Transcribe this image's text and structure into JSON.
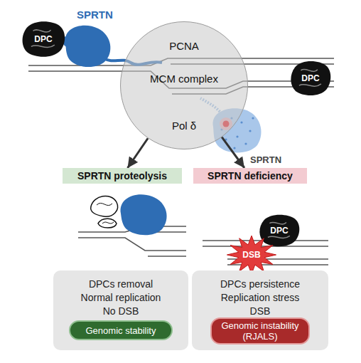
{
  "diagram": {
    "nodes": [
      {
        "text": [
          "DPC"
        ]
      },
      {
        "text": [
          "PCNA",
          "MCM complex",
          "Pol δ"
        ]
      },
      {
        "text": [
          "DPC"
        ]
      },
      {
        "text": [
          "SPRTN proteolysis"
        ]
      },
      {
        "text": [
          "SPRTN deficiency"
        ]
      },
      {
        "text": [
          "DPC"
        ]
      },
      {
        "text": [
          "DSB"
        ]
      },
      {
        "text": [
          "DPCs removal",
          "Normal replication",
          "No DSB"
        ]
      },
      {
        "text": [
          "Genomic stability"
        ],
        "in": 7
      },
      {
        "text": [
          "DPCs persistence",
          "Replication stress",
          "DSB"
        ]
      },
      {
        "text": [
          "Genomic instability (RJALS)"
        ],
        "in": 9
      }
    ],
    "edges": [
      {
        "from": 1,
        "to": 3,
        "arrow": "to"
      },
      {
        "from": 1,
        "to": 4,
        "arrow": "to"
      }
    ],
    "labels": [
      "SPRTN",
      "SPRTN"
    ]
  }
}
